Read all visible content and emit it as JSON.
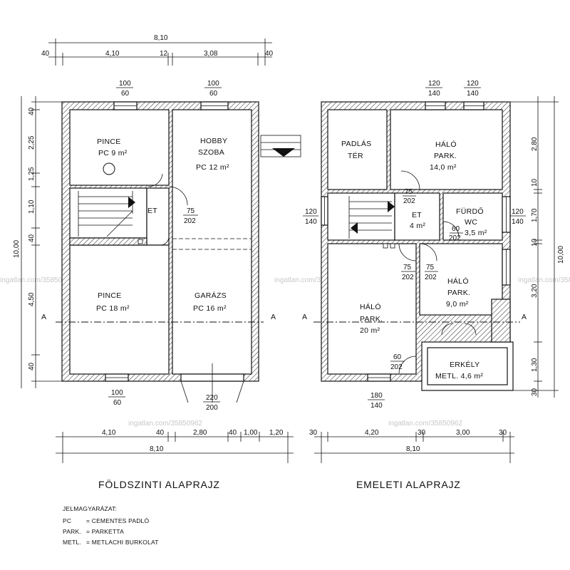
{
  "titles": {
    "ground": "FÖLDSZINTI ALAPRAJZ",
    "upper": "EMELETI ALAPRAJZ"
  },
  "legend": {
    "heading": "JELMAGYARÁZAT:",
    "items": [
      {
        "abbr": "PC",
        "text": "= CEMENTES PADLÓ"
      },
      {
        "abbr": "PARK.",
        "text": "= PARKETTA"
      },
      {
        "abbr": "METL.",
        "text": "= METLACHI BURKOLAT"
      }
    ]
  },
  "ground_rooms": [
    {
      "name": "PINCE",
      "area": "PC 9 m²"
    },
    {
      "name": "HOBBY",
      "name2": "SZOBA",
      "area": "PC 12 m²"
    },
    {
      "name": "ET"
    },
    {
      "name": "PINCE",
      "area": "PC 18 m²"
    },
    {
      "name": "GARÁZS",
      "area": "PC 16 m²"
    }
  ],
  "upper_rooms": [
    {
      "name": "PADLÁS",
      "name2": "TÉR"
    },
    {
      "name": "HÁLÓ",
      "name2": "PARK.",
      "area": "14,0 m²"
    },
    {
      "name": "ET",
      "area": "4 m²"
    },
    {
      "name": "FÜRDŐ",
      "name2": "WC",
      "area": "3,5 m²"
    },
    {
      "name": "HÁLÓ",
      "name2": "PARK.",
      "area": "20 m²"
    },
    {
      "name": "HÁLÓ",
      "name2": "PARK.",
      "area": "9,0 m²"
    },
    {
      "name": "ERKÉLY",
      "area": "METL. 4,6 m²"
    }
  ],
  "ground_dims": {
    "top_total": "8,10",
    "top_parts": [
      "40",
      "4,10",
      "12",
      "3,08",
      "40"
    ],
    "left_parts": [
      "40",
      "2,25",
      "1,25",
      "1,10",
      "40",
      "4,50",
      "40"
    ],
    "left_total": "10,00",
    "bottom_parts": [
      "4,10",
      "40",
      "2,80",
      "40",
      "1,00",
      "1,20"
    ],
    "bottom_total": "8,10"
  },
  "upper_dims": {
    "bottom_parts": [
      "30",
      "4,20",
      "30",
      "3,00",
      "30"
    ],
    "bottom_total": "8,10",
    "right_parts": [
      "2,80",
      "10",
      "1,70",
      "10",
      "3,20",
      "1,30",
      "30"
    ],
    "right_total": "10,00"
  },
  "openings_ground": [
    {
      "top": "100",
      "bottom": "60"
    },
    {
      "top": "100",
      "bottom": "60"
    },
    {
      "top": "75",
      "bottom": "202"
    },
    {
      "top": "100",
      "bottom": "60"
    },
    {
      "top": "220",
      "bottom": "200"
    }
  ],
  "openings_upper": [
    {
      "top": "120",
      "bottom": "140"
    },
    {
      "top": "120",
      "bottom": "140"
    },
    {
      "top": "75",
      "bottom": "202"
    },
    {
      "top": "120",
      "bottom": "140"
    },
    {
      "top": "120",
      "bottom": "140"
    },
    {
      "top": "60",
      "bottom": "202"
    },
    {
      "top": "75",
      "bottom": "202"
    },
    {
      "top": "75",
      "bottom": "202"
    },
    {
      "top": "60",
      "bottom": "202"
    },
    {
      "top": "180",
      "bottom": "140"
    }
  ],
  "section_label": "A",
  "watermark": "ingatlan.com/35850962"
}
